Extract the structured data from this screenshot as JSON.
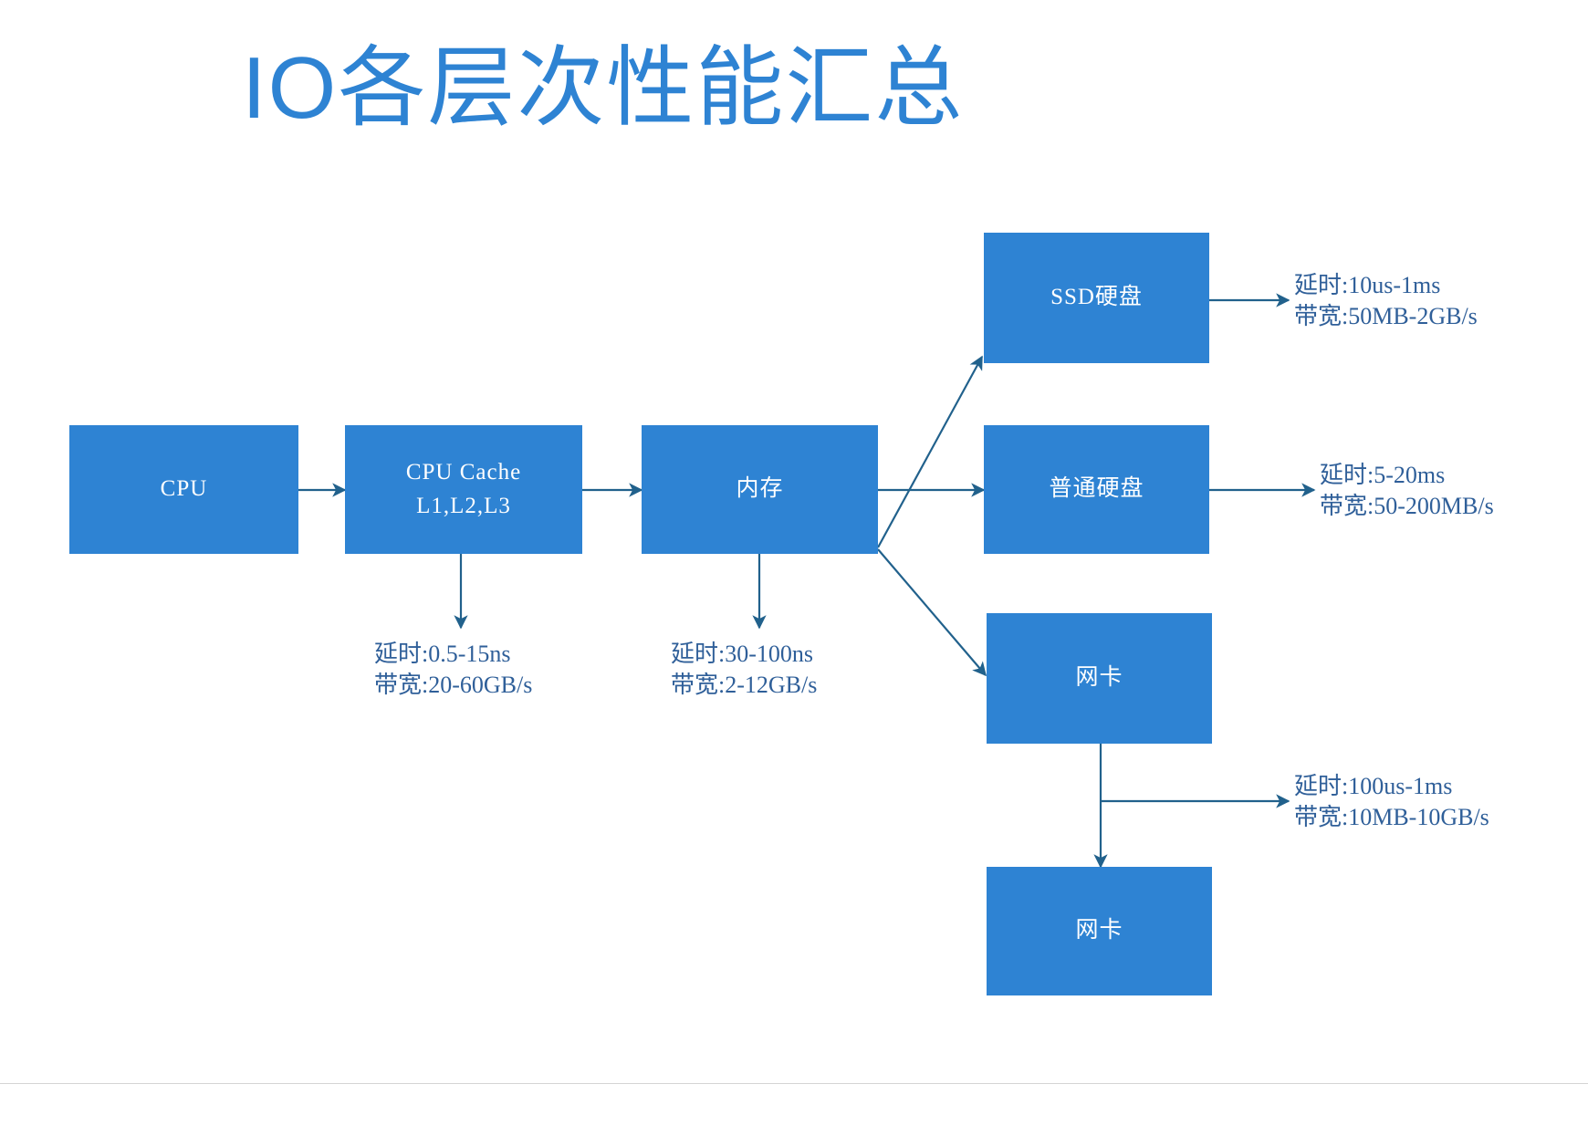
{
  "title": "IO各层次性能汇总",
  "theme": {
    "box_fill": "#2e83d3",
    "box_text": "#ffffff",
    "title_color": "#2e83d3",
    "annotation_color": "#2f5f99",
    "arrow_color": "#21618c",
    "background": "#ffffff",
    "footer_rule": "#d4d4d4"
  },
  "nodes": [
    {
      "id": "cpu",
      "label": "CPU"
    },
    {
      "id": "cpu_cache",
      "label": "CPU Cache\nL1,L2,L3"
    },
    {
      "id": "memory",
      "label": "内存"
    },
    {
      "id": "ssd",
      "label": "SSD硬盘"
    },
    {
      "id": "hdd",
      "label": "普通硬盘"
    },
    {
      "id": "nic_local",
      "label": "网卡"
    },
    {
      "id": "nic_remote",
      "label": "网卡"
    }
  ],
  "annotations": [
    {
      "id": "cache_perf",
      "for": "cpu_cache",
      "latency_label": "延时",
      "latency": "0.5-15ns",
      "bandwidth_label": "带宽",
      "bandwidth": "20-60GB/s",
      "text": "延时:0.5-15ns\n带宽:20-60GB/s"
    },
    {
      "id": "memory_perf",
      "for": "memory",
      "latency_label": "延时",
      "latency": "30-100ns",
      "bandwidth_label": "带宽",
      "bandwidth": "2-12GB/s",
      "text": "延时:30-100ns\n带宽:2-12GB/s"
    },
    {
      "id": "ssd_perf",
      "for": "ssd",
      "latency_label": "延时",
      "latency": "10us-1ms",
      "bandwidth_label": "带宽",
      "bandwidth": "50MB-2GB/s",
      "text": "延时:10us-1ms\n带宽:50MB-2GB/s"
    },
    {
      "id": "hdd_perf",
      "for": "hdd",
      "latency_label": "延时",
      "latency": "5-20ms",
      "bandwidth_label": "带宽",
      "bandwidth": "50-200MB/s",
      "text": "延时:5-20ms\n带宽:50-200MB/s"
    },
    {
      "id": "nic_perf",
      "for": "nic_local",
      "latency_label": "延时",
      "latency": "100us-1ms",
      "bandwidth_label": "带宽",
      "bandwidth": "10MB-10GB/s",
      "text": "延时:100us-1ms\n带宽:10MB-10GB/s"
    }
  ],
  "edges": [
    {
      "from": "cpu",
      "to": "cpu_cache"
    },
    {
      "from": "cpu_cache",
      "to": "memory"
    },
    {
      "from": "memory",
      "to": "ssd"
    },
    {
      "from": "memory",
      "to": "hdd"
    },
    {
      "from": "memory",
      "to": "nic_local"
    },
    {
      "from": "nic_local",
      "to": "nic_remote"
    },
    {
      "from": "cpu_cache",
      "to": "cache_perf"
    },
    {
      "from": "memory",
      "to": "memory_perf"
    },
    {
      "from": "ssd",
      "to": "ssd_perf"
    },
    {
      "from": "hdd",
      "to": "hdd_perf"
    },
    {
      "from": "nic_local",
      "to": "nic_perf"
    }
  ]
}
